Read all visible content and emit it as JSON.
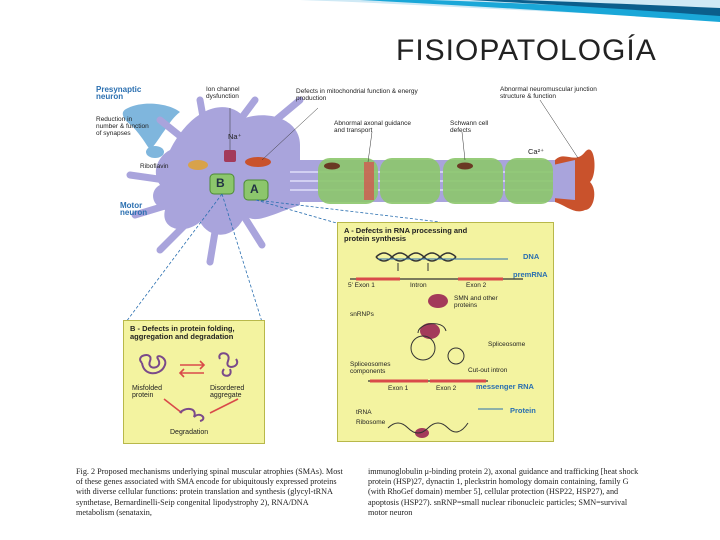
{
  "slide": {
    "title": "FISIOPATOLOGÍA",
    "accent_colors": [
      "#1aa7d8",
      "#0b5e8c",
      "#cfe9f5"
    ]
  },
  "figure": {
    "labels": {
      "presynaptic": "Presynaptic neuron",
      "reduction": "Reduction in number & function of synapses",
      "riboflavin": "Riboflavin",
      "ion_channel": "Ion channel dysfunction",
      "na": "Na⁺",
      "mito": "Defects in mitochondrial function & energy production",
      "axonal": "Abnormal axonal guidance and transport",
      "schwann": "Schwann cell defects",
      "nmj": "Abnormal neuromuscular junction structure & function",
      "ca": "Ca²⁺",
      "motor": "Motor neuron",
      "box_b": "B",
      "box_a": "A"
    },
    "panel_a": {
      "title": "A - Defects in RNA processing and protein synthesis",
      "dna": "DNA",
      "premrna": "premRNA",
      "exon1": "5'    Exon 1",
      "intron": "Intron",
      "exon2": "Exon 2",
      "smn": "SMN and other proteins",
      "snrnps": "snRNPs",
      "spliceosome": "Spliceosome",
      "spl_components": "Spliceosomes components",
      "cut_intron": "Cut-out intron",
      "messenger": "messenger RNA",
      "mexon1": "Exon 1",
      "mexon2": "Exon 2",
      "protein": "Protein",
      "rna": "tRNA",
      "ribosome": "Ribosome"
    },
    "panel_b": {
      "title": "B - Defects in protein folding, aggregation and degradation",
      "misfolded": "Misfolded protein",
      "disordered": "Disordered aggregate",
      "degradation": "Degradation"
    }
  },
  "caption": {
    "left": "Fig. 2  Proposed mechanisms underlying spinal muscular atrophies (SMAs). Most of these genes associated with SMA encode for ubiquitously expressed proteins with diverse cellular functions: protein translation and synthesis (glycyl-tRNA synthetase, Bernardinelli-Seip congenital lipodystrophy 2), RNA/DNA metabolism (senataxin,",
    "right": "immunoglobulin μ-binding protein 2), axonal guidance and trafficking [heat shock protein (HSP)27, dynactin 1, pleckstrin homology domain containing, family G (with RhoGef domain) member 5], cellular protection (HSP22, HSP27), and apoptosis (HSP27). snRNP=small nuclear ribonucleic particles; SMN=survival motor neuron"
  }
}
